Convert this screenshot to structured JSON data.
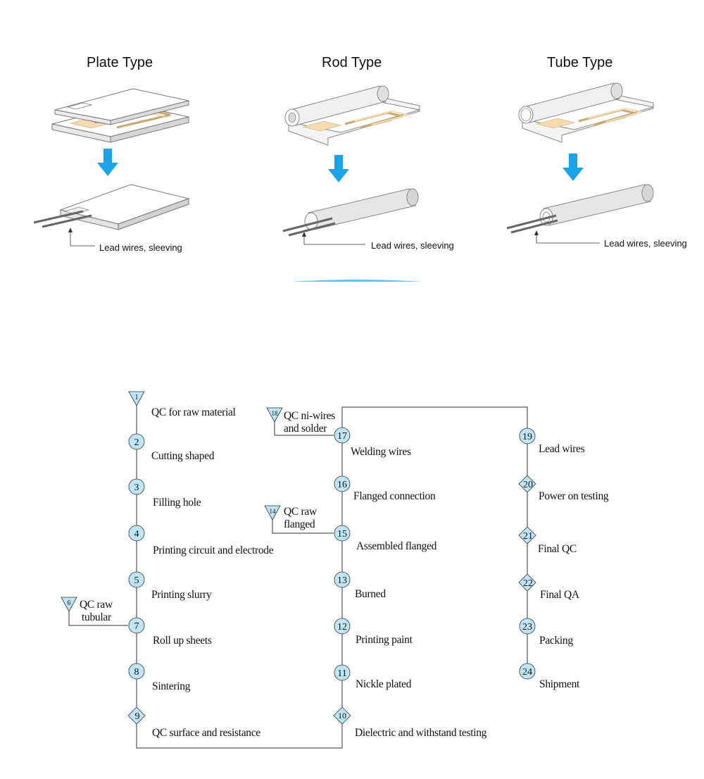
{
  "types": [
    {
      "title": "Plate Type",
      "lead_label": "Lead wires, sleeving"
    },
    {
      "title": "Rod Type",
      "lead_label": "Lead wires, sleeving"
    },
    {
      "title": "Tube Type",
      "lead_label": "Lead wires, sleeving"
    }
  ],
  "banner": {
    "title": "Production Process"
  },
  "colors": {
    "arrow": "#1aa3e8",
    "banner_outer": "#5cc6f2",
    "banner_inner": "#0b78c8",
    "node_fill": "#bfe6f7",
    "flow_line": "#333333",
    "material_tan": "#f5dcb0"
  },
  "process": {
    "steps": [
      {
        "num": "1",
        "shape": "triangle",
        "label": "QC for raw material"
      },
      {
        "num": "2",
        "shape": "circle",
        "label": "Cutting shaped"
      },
      {
        "num": "3",
        "shape": "circle",
        "label": "Filling hole"
      },
      {
        "num": "4",
        "shape": "circle",
        "label": "Printing circuit and electrode"
      },
      {
        "num": "5",
        "shape": "circle",
        "label": "Printing slurry"
      },
      {
        "num": "7",
        "shape": "circle",
        "label": "Roll up sheets"
      },
      {
        "num": "8",
        "shape": "circle",
        "label": "Sintering"
      },
      {
        "num": "9",
        "shape": "diamond",
        "label": "QC surface and  resistance"
      },
      {
        "num": "10",
        "shape": "diamond",
        "label": "Dielectric and withstand testing"
      },
      {
        "num": "11",
        "shape": "circle",
        "label": "Nickle plated"
      },
      {
        "num": "12",
        "shape": "circle",
        "label": "Printing paint"
      },
      {
        "num": "13",
        "shape": "circle",
        "label": "Burned"
      },
      {
        "num": "15",
        "shape": "circle",
        "label": "Assembled flanged"
      },
      {
        "num": "16",
        "shape": "circle",
        "label": "Flanged connection"
      },
      {
        "num": "17",
        "shape": "circle",
        "label": "Welding wires"
      },
      {
        "num": "19",
        "shape": "circle",
        "label": "Lead wires"
      },
      {
        "num": "20",
        "shape": "diamond",
        "label": "Power on testing"
      },
      {
        "num": "21",
        "shape": "diamond",
        "label": "Final QC"
      },
      {
        "num": "22",
        "shape": "diamond",
        "label": "Final QA"
      },
      {
        "num": "23",
        "shape": "circle",
        "label": "Packing"
      },
      {
        "num": "24",
        "shape": "circle",
        "label": "Shipment"
      }
    ],
    "qc_inputs": [
      {
        "num": "6",
        "line1": "QC raw",
        "line2": "tubular"
      },
      {
        "num": "14",
        "line1": "QC raw",
        "line2": "flanged"
      },
      {
        "num": "18",
        "line1": "QC ni-wires",
        "line2": "and solder"
      }
    ]
  }
}
